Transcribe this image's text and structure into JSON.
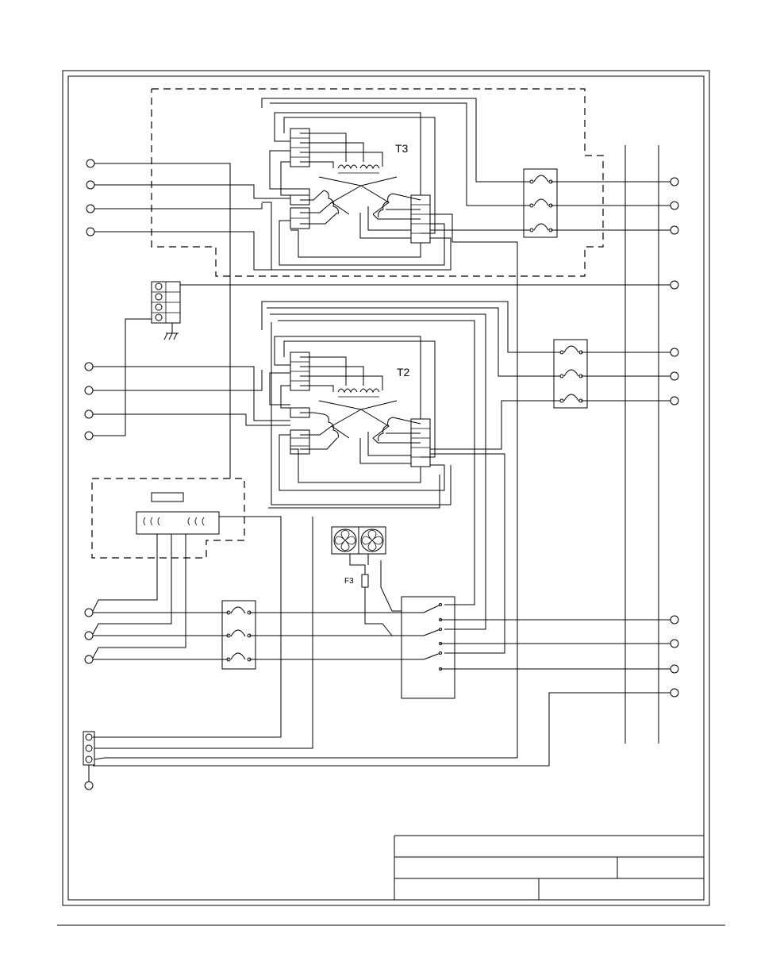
{
  "labels": {
    "transformer_upper": "T3",
    "transformer_lower": "T2",
    "fuse": "F3"
  },
  "title_block": {
    "row1": "",
    "row2_left": "",
    "row2_right": "",
    "row3_left": "",
    "row3_right": ""
  }
}
